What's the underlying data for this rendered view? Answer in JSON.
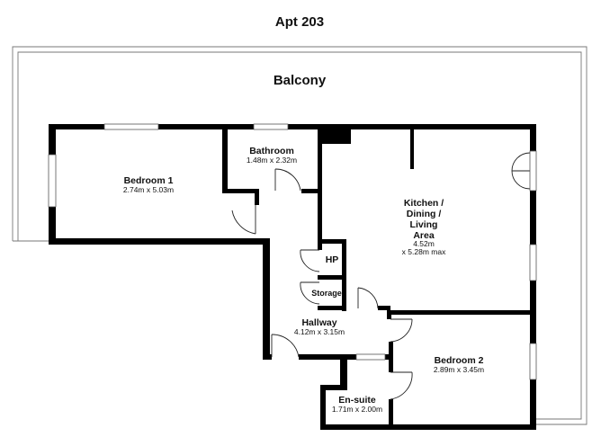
{
  "plan": {
    "title": "Apt 203",
    "balcony_label": "Balcony",
    "rooms": {
      "bedroom1": {
        "name": "Bedroom 1",
        "dims": "2.74m x 5.03m"
      },
      "bathroom": {
        "name": "Bathroom",
        "dims": "1.48m x 2.32m"
      },
      "kitchen": {
        "name_lines": [
          "Kitchen /",
          "Dining /",
          "Living",
          "Area"
        ],
        "dims_lines": [
          "4.52m",
          "x 5.28m max"
        ]
      },
      "hp": {
        "name": "HP"
      },
      "storage": {
        "name": "Storage"
      },
      "hallway": {
        "name": "Hallway",
        "dims": "4.12m x 3.15m"
      },
      "bedroom2": {
        "name": "Bedroom 2",
        "dims": "2.89m x 3.45m"
      },
      "ensuite": {
        "name": "En-suite",
        "dims": "1.71m x 2.00m"
      }
    }
  }
}
